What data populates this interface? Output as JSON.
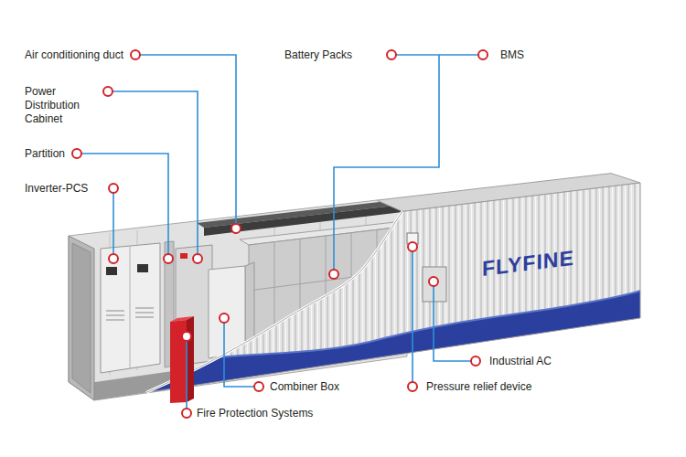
{
  "diagram": {
    "labels": [
      "Air conditioning duct",
      "Battery Packs",
      "BMS",
      "Power Distribution Cabinet",
      "Partition",
      "Inverter-PCS",
      "FLYFINE",
      "Industrial AC",
      "Combiner Box",
      "Pressure relief device",
      "Fire Protection Systems"
    ]
  }
}
